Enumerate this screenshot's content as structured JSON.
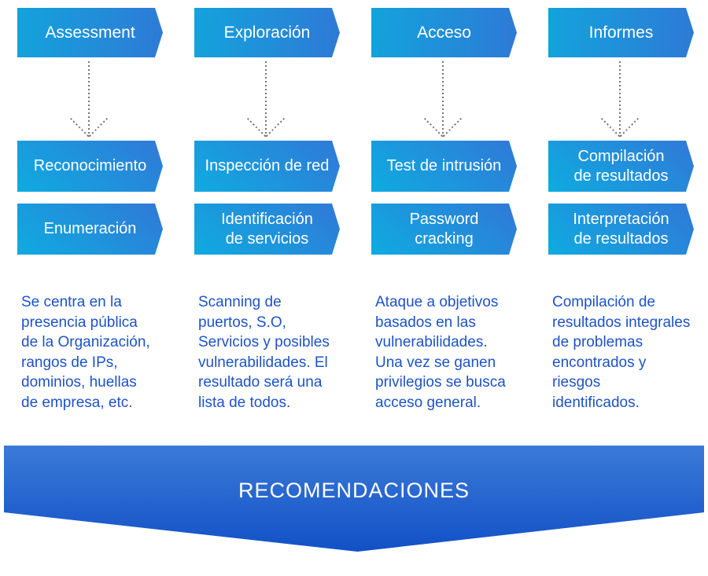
{
  "columns": [
    {
      "header": "Assessment",
      "steps": [
        "Reconocimiento",
        "Enumeración"
      ],
      "description": "Se centra en la\npresencia pública\nde la Organización,\nrangos de IPs,\ndominios, huellas\nde empresa, etc."
    },
    {
      "header": "Exploración",
      "steps": [
        "Inspección de red",
        "Identificación\nde servicios"
      ],
      "description": "Scanning de\npuertos, S.O,\nServicios y posibles\nvulnerabilidades. El\nresultado será una\nlista de todos."
    },
    {
      "header": "Acceso",
      "steps": [
        "Test de intrusión",
        "Password\ncracking"
      ],
      "description": "Ataque a objetivos\nbasados en las\nvulnerabilidades.\nUna vez se ganen\nprivilegios se busca\nacceso general."
    },
    {
      "header": "Informes",
      "steps": [
        "Compilación\nde resultados",
        "Interpretación\nde resultados"
      ],
      "description": "Compilación de\nresultados integrales\nde problemas\nencontrados y\nriesgos\nidentificados."
    }
  ],
  "banner": {
    "label": "RECOMENDACIONES"
  },
  "colors": {
    "header_gradient_start": "#13a3dc",
    "header_gradient_end": "#2e7ad6",
    "step_gradient_start": "#2f7bd7",
    "step_gradient_end": "#10a9e0",
    "banner_gradient_start": "#3b7ad8",
    "banner_gradient_end": "#1251c6",
    "description_text": "#1d53c6",
    "arrow_dots": "#757575"
  }
}
